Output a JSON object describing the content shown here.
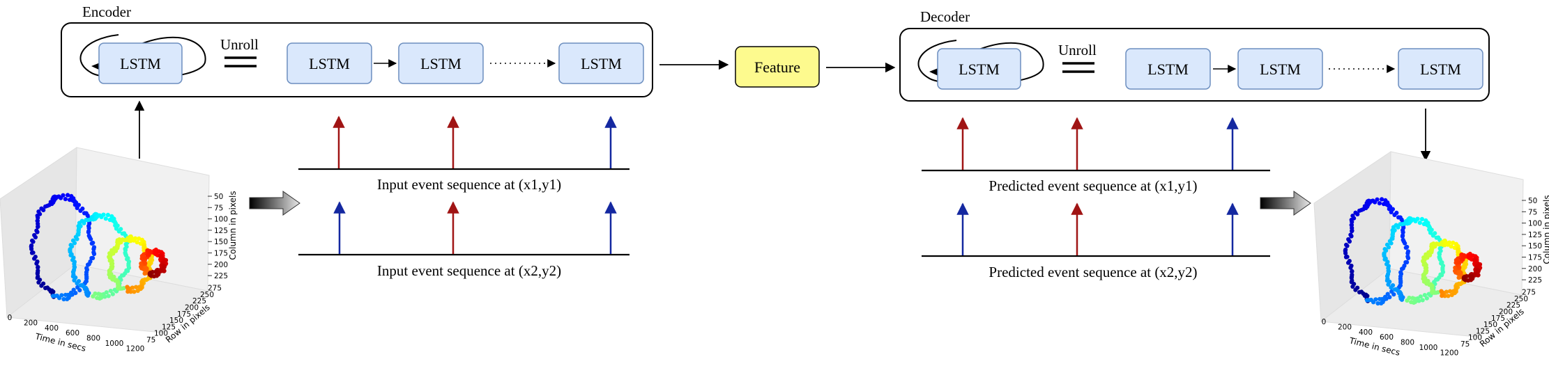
{
  "encoder": {
    "title": "Encoder",
    "unroll_label": "Unroll",
    "cell_label": "LSTM",
    "unrolled_cells": [
      "LSTM",
      "LSTM",
      "LSTM"
    ]
  },
  "decoder": {
    "title": "Decoder",
    "unroll_label": "Unroll",
    "cell_label": "LSTM",
    "unrolled_cells": [
      "LSTM",
      "LSTM",
      "LSTM"
    ]
  },
  "feature": {
    "label": "Feature",
    "color": "#fdfa8e"
  },
  "sequences": {
    "input_1": "Input event sequence at (x1,y1)",
    "input_2": "Input event sequence at (x2,y2)",
    "predicted_1": "Predicted event sequence at (x1,y1)",
    "predicted_2": "Predicted event sequence at (x2,y2)"
  },
  "event_colors": {
    "red": "#a01414",
    "blue": "#1428a0"
  },
  "plot": {
    "z_label": "Column in pixels",
    "y_label": "Row in pixels",
    "x_label": "Time in secs",
    "z_ticks": [
      "50",
      "75",
      "100",
      "125",
      "150",
      "175",
      "200",
      "225"
    ],
    "y_ticks": [
      "75",
      "100",
      "125",
      "150",
      "175",
      "200",
      "225",
      "250",
      "275"
    ],
    "x_ticks": [
      "0",
      "200",
      "400",
      "600",
      "800",
      "1000",
      "1200"
    ]
  },
  "colors": {
    "cell_fill": "#dae8fc",
    "cell_stroke": "#6c8ebf"
  }
}
